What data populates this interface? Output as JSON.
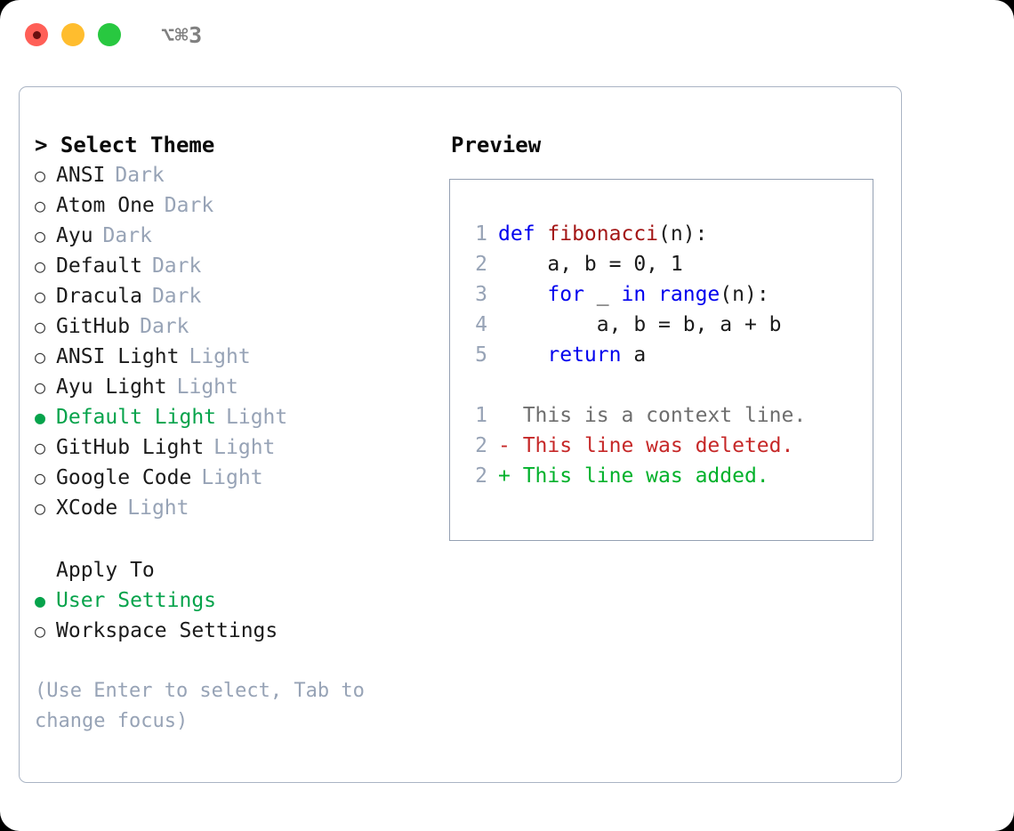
{
  "window": {
    "shortcut": "⌥⌘3",
    "traffic_lights": [
      {
        "name": "close",
        "color": "#ff5f57"
      },
      {
        "name": "minimize",
        "color": "#ffbd2e"
      },
      {
        "name": "maximize",
        "color": "#28c840"
      }
    ]
  },
  "theme_picker": {
    "heading": "> Select Theme",
    "selected_marker": "●",
    "unselected_marker": "○",
    "accent_color": "#06a34b",
    "muted_color": "#97a3b6",
    "items": [
      {
        "label": "ANSI",
        "variant": "Dark",
        "selected": false
      },
      {
        "label": "Atom One",
        "variant": "Dark",
        "selected": false
      },
      {
        "label": "Ayu",
        "variant": "Dark",
        "selected": false
      },
      {
        "label": "Default",
        "variant": "Dark",
        "selected": false
      },
      {
        "label": "Dracula",
        "variant": "Dark",
        "selected": false
      },
      {
        "label": "GitHub",
        "variant": "Dark",
        "selected": false
      },
      {
        "label": "ANSI Light",
        "variant": "Light",
        "selected": false
      },
      {
        "label": "Ayu Light",
        "variant": "Light",
        "selected": false
      },
      {
        "label": "Default Light",
        "variant": "Light",
        "selected": true
      },
      {
        "label": "GitHub Light",
        "variant": "Light",
        "selected": false
      },
      {
        "label": "Google Code",
        "variant": "Light",
        "selected": false
      },
      {
        "label": "XCode",
        "variant": "Light",
        "selected": false
      }
    ]
  },
  "apply_to": {
    "heading": "Apply To",
    "items": [
      {
        "label": "User Settings",
        "selected": true
      },
      {
        "label": "Workspace Settings",
        "selected": false
      }
    ]
  },
  "hint": "(Use Enter to select, Tab to change focus)",
  "preview": {
    "heading": "Preview",
    "code_lines": [
      {
        "num": "1",
        "tokens": [
          {
            "t": "def ",
            "k": "kw"
          },
          {
            "t": "fibonacci",
            "k": "fn"
          },
          {
            "t": "(n):",
            "k": "plain"
          }
        ]
      },
      {
        "num": "2",
        "tokens": [
          {
            "t": "    a, b = 0, 1",
            "k": "plain"
          }
        ]
      },
      {
        "num": "3",
        "tokens": [
          {
            "t": "    ",
            "k": "plain"
          },
          {
            "t": "for",
            "k": "kw"
          },
          {
            "t": " _ ",
            "k": "plain"
          },
          {
            "t": "in",
            "k": "kw"
          },
          {
            "t": " ",
            "k": "plain"
          },
          {
            "t": "range",
            "k": "kw"
          },
          {
            "t": "(n):",
            "k": "plain"
          }
        ]
      },
      {
        "num": "4",
        "tokens": [
          {
            "t": "        a, b = b, a + b",
            "k": "plain"
          }
        ]
      },
      {
        "num": "5",
        "tokens": [
          {
            "t": "    ",
            "k": "plain"
          },
          {
            "t": "return",
            "k": "kw"
          },
          {
            "t": " a",
            "k": "plain"
          }
        ]
      }
    ],
    "diff_lines": [
      {
        "num": "1",
        "marker": "  ",
        "text": "This is a context line.",
        "kind": "context"
      },
      {
        "num": "2",
        "marker": "- ",
        "text": "This line was deleted.",
        "kind": "deleted"
      },
      {
        "num": "2",
        "marker": "+ ",
        "text": "This line was added.",
        "kind": "added"
      }
    ]
  }
}
